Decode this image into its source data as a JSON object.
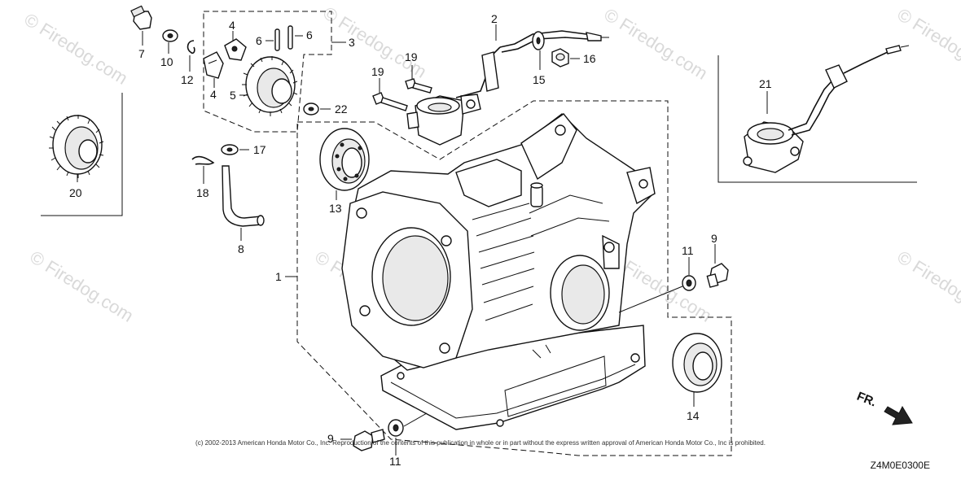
{
  "watermark": "© Firedog.com",
  "copyright": "(c) 2002-2013 American Honda Motor Co., Inc. Reproduction of the contents of this publication in whole or in part without the express written approval of American Honda Motor Co., Inc is prohibited.",
  "diagram_code": "Z4M0E0300E",
  "direction_label": "FR.",
  "callouts": {
    "c1": "1",
    "c2": "2",
    "c3": "3",
    "c4a": "4",
    "c4b": "4",
    "c5": "5",
    "c6a": "6",
    "c6b": "6",
    "c7": "7",
    "c8": "8",
    "c9a": "9",
    "c9b": "9",
    "c10": "10",
    "c11a": "11",
    "c11b": "11",
    "c12": "12",
    "c13": "13",
    "c14": "14",
    "c15": "15",
    "c16": "16",
    "c17": "17",
    "c18": "18",
    "c19a": "19",
    "c19b": "19",
    "c20": "20",
    "c21": "21",
    "c22": "22"
  }
}
